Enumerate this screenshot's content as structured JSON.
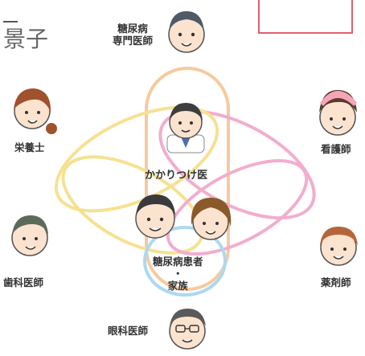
{
  "corner_title": "景子",
  "center_label": "かかりつけ医",
  "patient_label": {
    "line1": "糖尿病患者",
    "dot": "・",
    "line2": "家族"
  },
  "roles": {
    "top": {
      "line1": "糖尿病",
      "line2": "専門医師"
    },
    "nutritionist": "栄養士",
    "nurse": "看護師",
    "dentist": "歯科医師",
    "pharmacist": "薬剤師",
    "ophthalmologist": "眼科医師"
  },
  "colors": {
    "vertical_loop": "#f6c89a",
    "pink_loop": "#f2a9cc",
    "yellow_loop": "#f6e08c",
    "blue_loop": "#a8d8f0",
    "red_box": "#e06070"
  }
}
